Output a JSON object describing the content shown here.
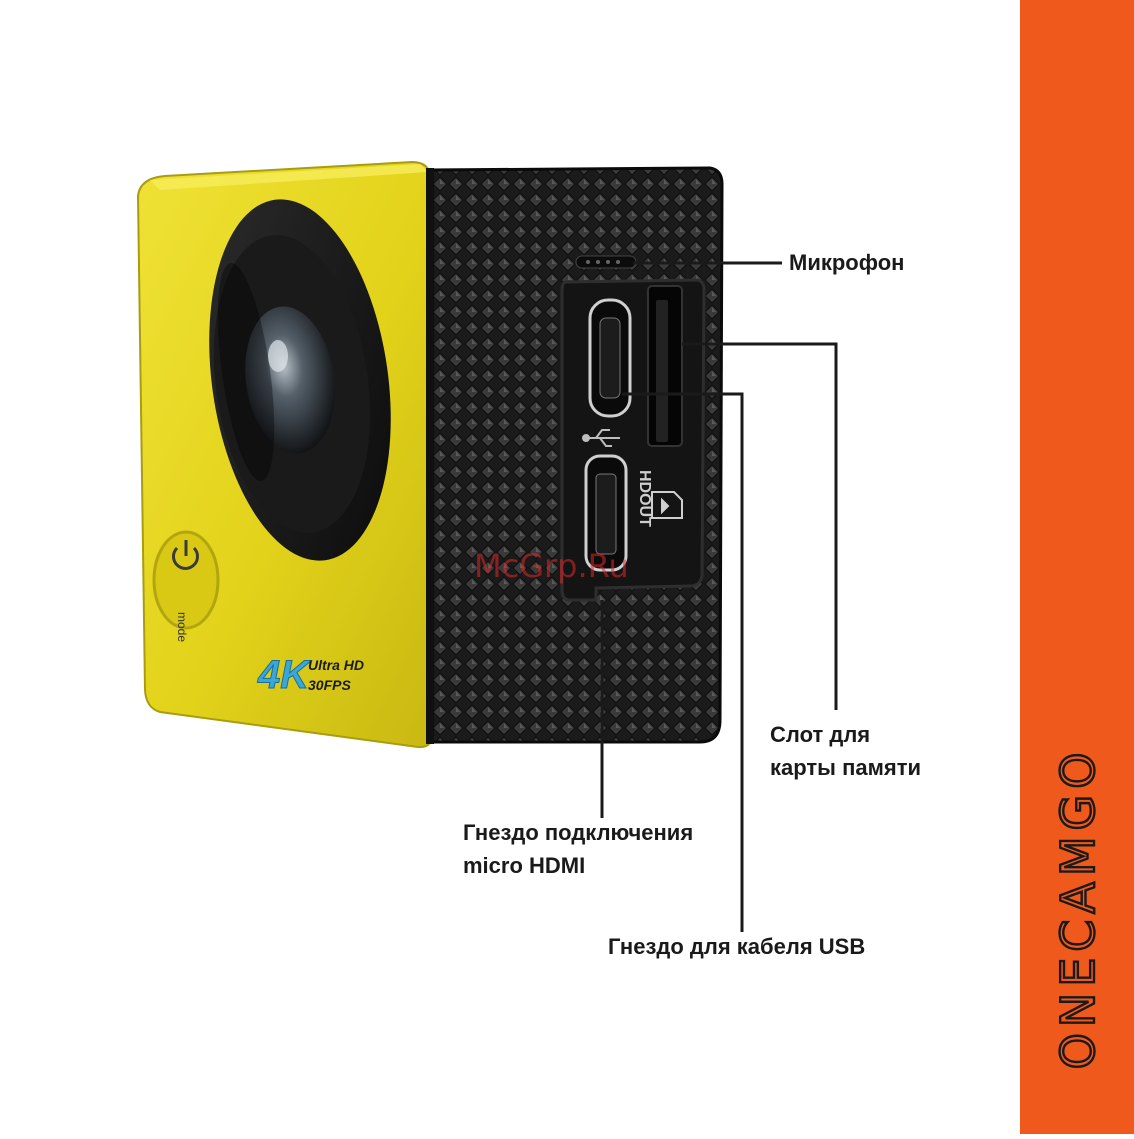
{
  "callouts": {
    "microphone": [
      "Микрофон"
    ],
    "memory_slot": [
      "Слот для",
      "карты памяти"
    ],
    "hdmi_port": [
      "Гнездо подключения",
      "micro HDMI"
    ],
    "usb_port": [
      "Гнездо для кабеля USB"
    ]
  },
  "port_labels": {
    "hdmi": "HDOUT"
  },
  "camera_front": {
    "mode_button": "mode",
    "badge_4k": "4K",
    "badge_ultra_hd": "Ultra HD",
    "badge_fps": "30FPS"
  },
  "brand": {
    "name": "ONECAMGO",
    "band_color": "#ef5a1c"
  },
  "watermark": "McGrp.Ru",
  "colors": {
    "camera_body": "#e2d21a",
    "side_panel": "#151515",
    "callout_line": "#1a1a1a"
  },
  "icons": [
    "usb-icon",
    "sd-card-icon",
    "microphone-icon",
    "power-icon"
  ]
}
